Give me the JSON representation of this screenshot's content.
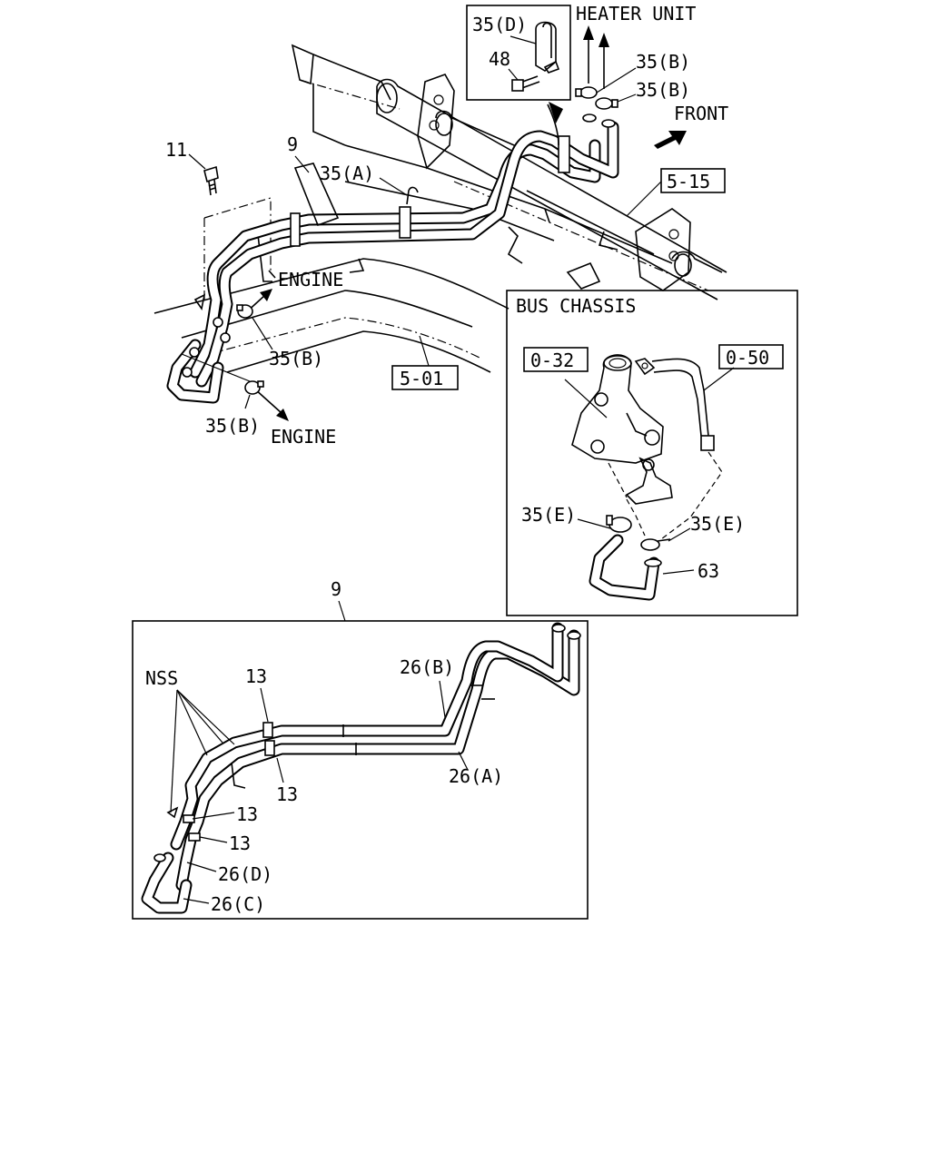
{
  "top_view": {
    "inset_clip": {
      "part": "35(D)",
      "bolt": "48"
    },
    "heater_unit_label": "HEATER UNIT",
    "front_label": "FRONT",
    "callouts": {
      "clip_b_1": "35(B)",
      "clip_b_2": "35(B)",
      "clip_b_3": "35(B)",
      "clip_b_4": "35(B)",
      "clip_a": "35(A)",
      "bolt": "11",
      "hose_assy": "9",
      "engine_1": "ENGINE",
      "engine_2": "ENGINE"
    },
    "refs": {
      "ref_1": "5-15",
      "ref_2": "5-01"
    }
  },
  "bus_chassis": {
    "title": "BUS CHASSIS",
    "refs": {
      "ref_1": "0-32",
      "ref_2": "0-50"
    },
    "callouts": {
      "clamp_1": "35(E)",
      "clamp_2": "35(E)",
      "hose": "63"
    }
  },
  "detail_9": {
    "label": "9",
    "callouts": {
      "nss": "NSS",
      "clip_1": "13",
      "clip_2": "13",
      "clip_3": "13",
      "clip_4": "13",
      "hose_b": "26(B)",
      "hose_a": "26(A)",
      "hose_d": "26(D)",
      "hose_c": "26(C)"
    }
  }
}
